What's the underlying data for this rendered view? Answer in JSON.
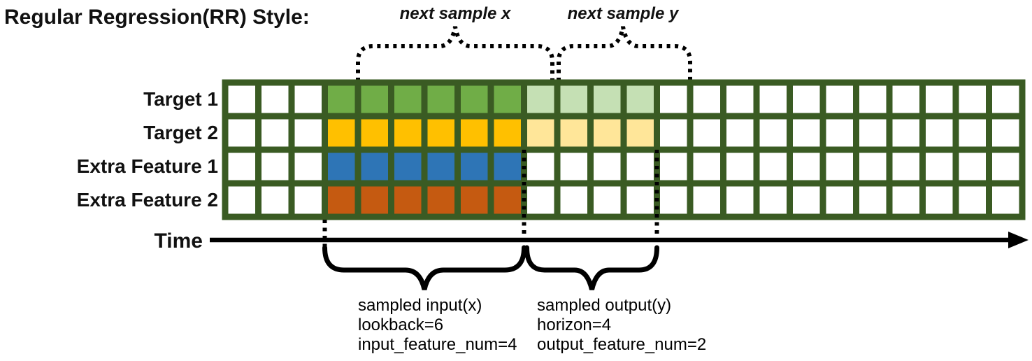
{
  "title": "Regular Regression(RR) Style:",
  "annotations": {
    "next_sample_x": "next sample x",
    "next_sample_y": "next sample y",
    "input_block": [
      "sampled input(x)",
      "lookback=6",
      "input_feature_num=4"
    ],
    "output_block": [
      "sampled output(y)",
      "horizon=4",
      "output_feature_num=2"
    ]
  },
  "time_axis": {
    "label": "Time"
  },
  "grid": {
    "columns": 24,
    "input_start_col": 3,
    "lookback": 6,
    "horizon": 4,
    "border_color": "#3A5B23",
    "empty_color": "#FFFFFF",
    "rows": [
      {
        "label": "Target 1",
        "input_color": "#70AD47",
        "output_color": "#C5E0B4"
      },
      {
        "label": "Target 2",
        "input_color": "#FFC000",
        "output_color": "#FFE699"
      },
      {
        "label": "Extra Feature 1",
        "input_color": "#2E75B6",
        "output_color": null
      },
      {
        "label": "Extra Feature 2",
        "input_color": "#C55A11",
        "output_color": null
      }
    ]
  }
}
